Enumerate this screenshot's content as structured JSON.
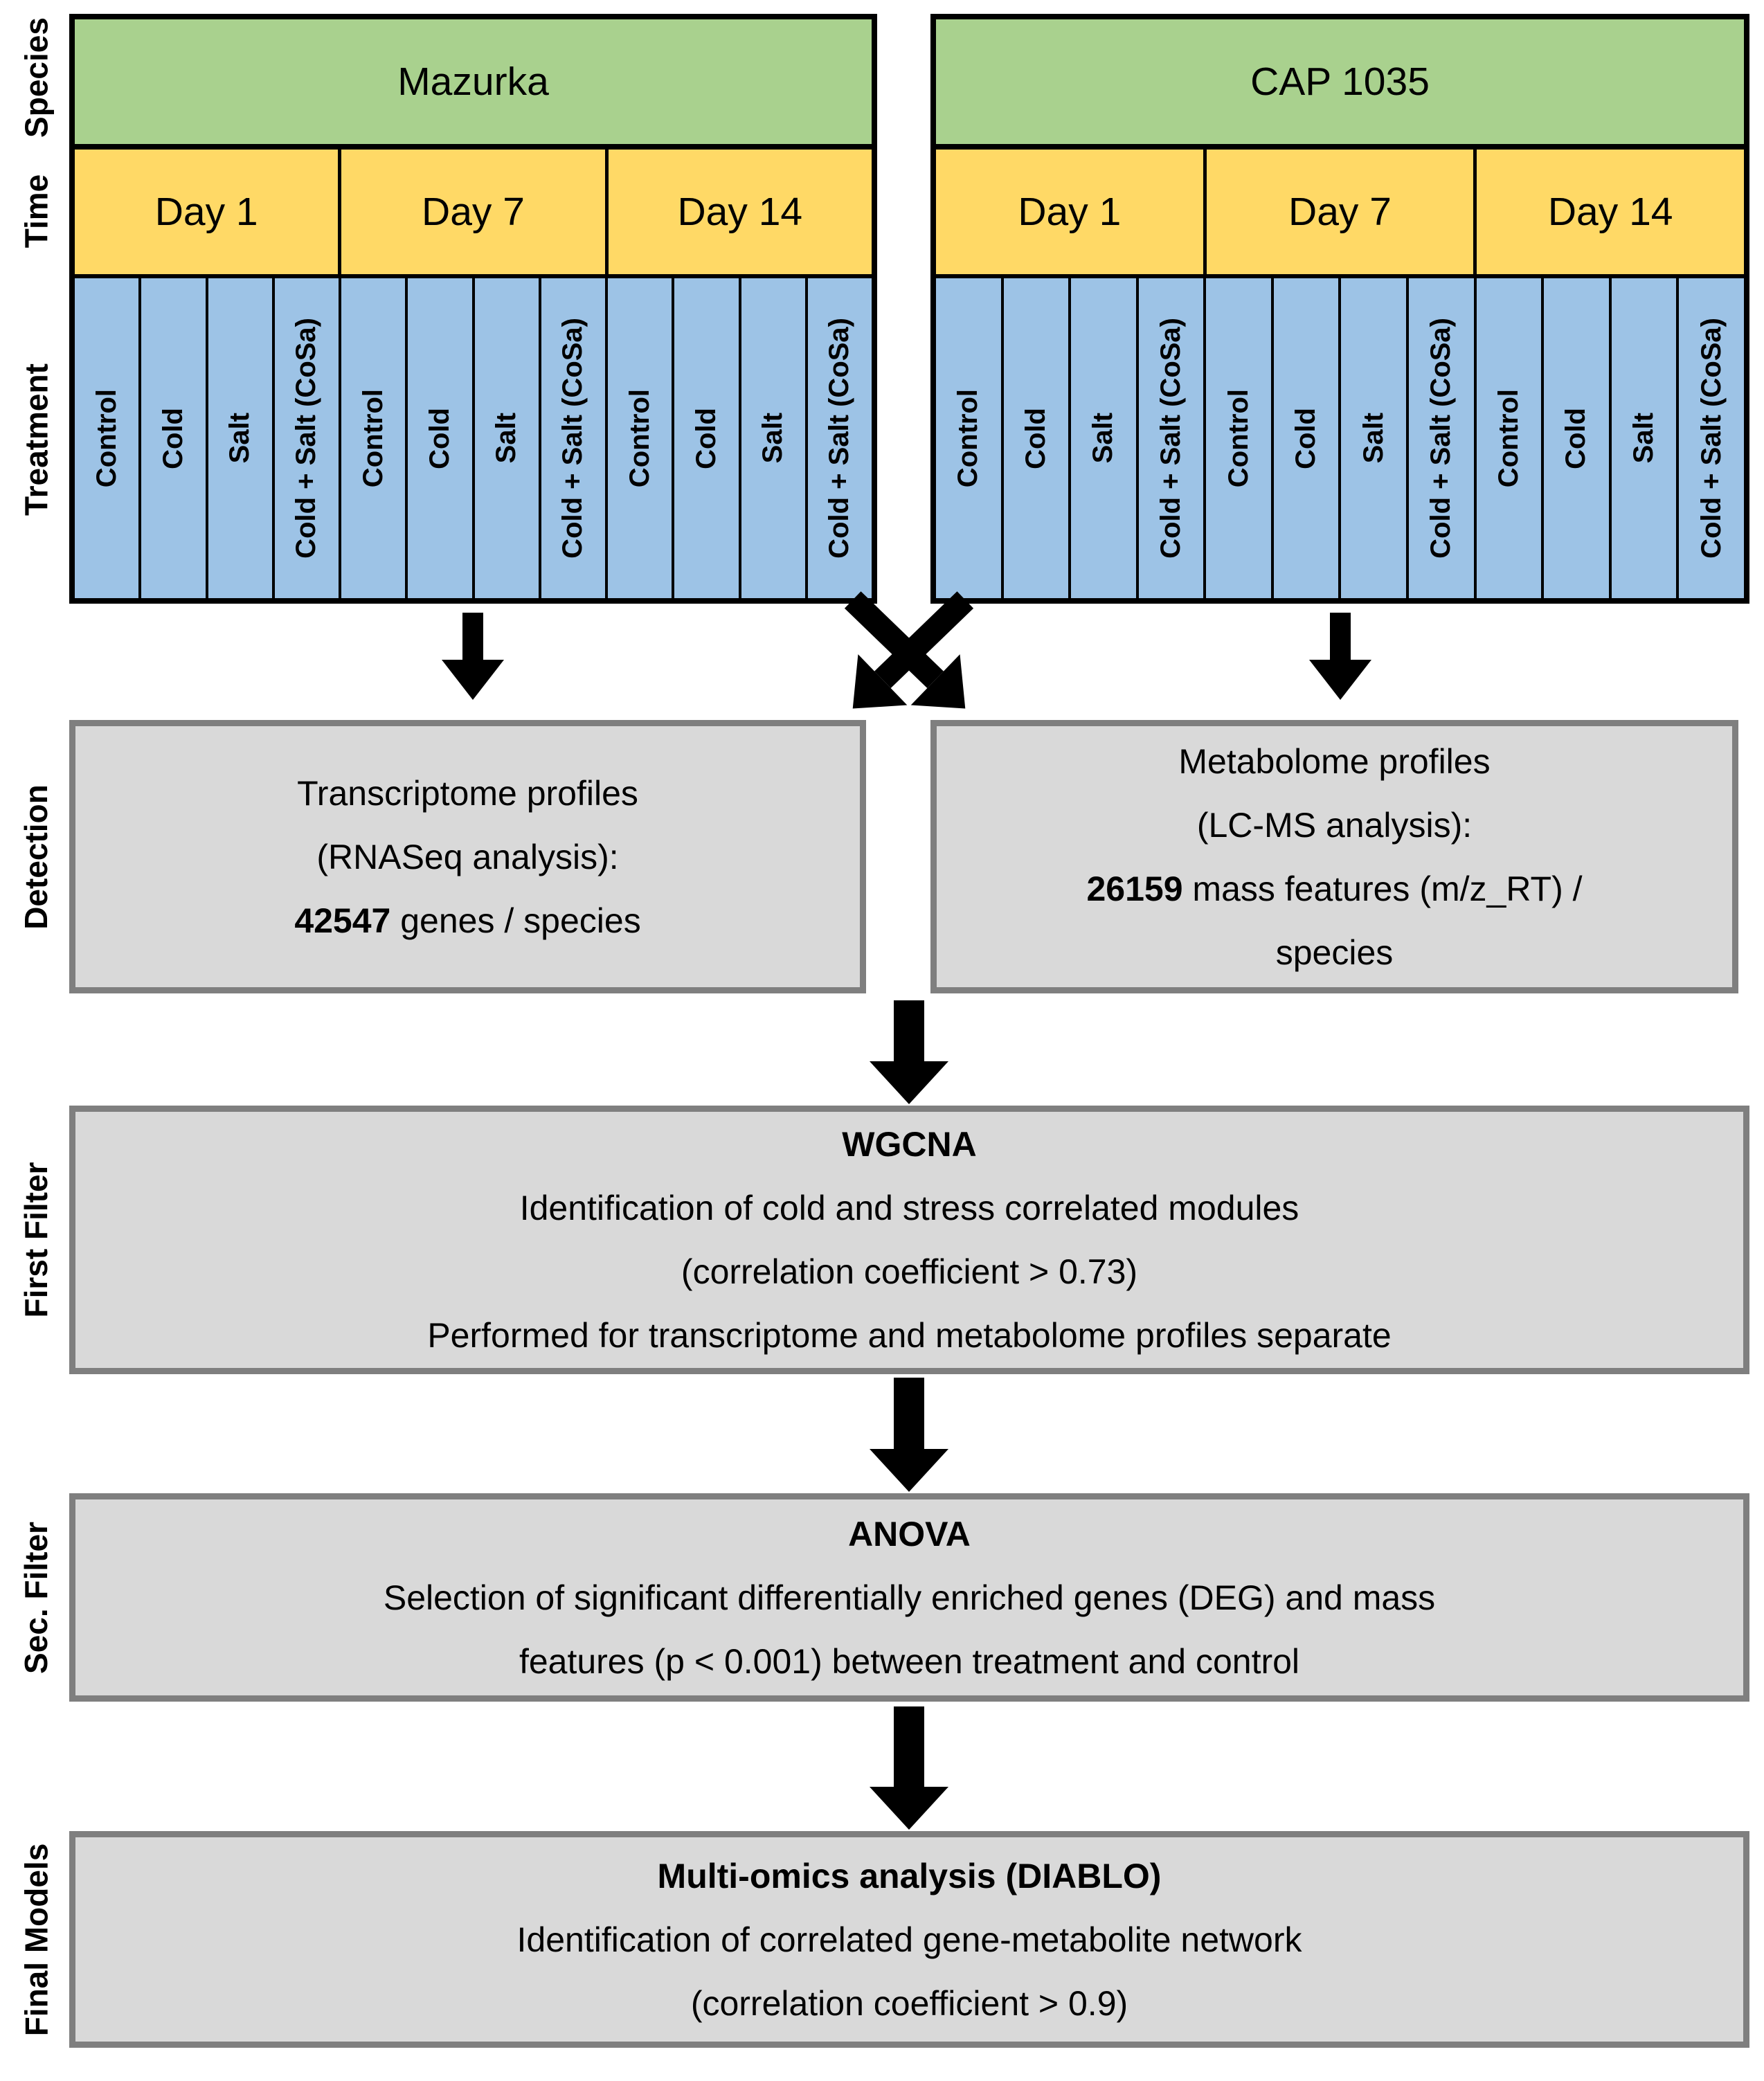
{
  "side_labels": {
    "species": "Species",
    "time": "Time",
    "treatment": "Treatment",
    "detection": "Detection",
    "first_filter": "First Filter",
    "sec_filter": "Sec. Filter",
    "final_models": "Final Models"
  },
  "tables": [
    {
      "species": "Mazurka",
      "days": [
        {
          "label": "Day 1",
          "treatments": [
            "Control",
            "Cold",
            "Salt",
            "Cold + Salt (CoSa)"
          ]
        },
        {
          "label": "Day 7",
          "treatments": [
            "Control",
            "Cold",
            "Salt",
            "Cold + Salt (CoSa)"
          ]
        },
        {
          "label": "Day 14",
          "treatments": [
            "Control",
            "Cold",
            "Salt",
            "Cold + Salt (CoSa)"
          ]
        }
      ]
    },
    {
      "species": "CAP 1035",
      "days": [
        {
          "label": "Day 1",
          "treatments": [
            "Control",
            "Cold",
            "Salt",
            "Cold + Salt (CoSa)"
          ]
        },
        {
          "label": "Day 7",
          "treatments": [
            "Control",
            "Cold",
            "Salt",
            "Cold + Salt (CoSa)"
          ]
        },
        {
          "label": "Day 14",
          "treatments": [
            "Control",
            "Cold",
            "Salt",
            "Cold + Salt (CoSa)"
          ]
        }
      ]
    }
  ],
  "boxes": {
    "transcriptome": {
      "line1": "Transcriptome profiles",
      "line2": "(RNASeq analysis):",
      "count": "42547",
      "count_suffix": " genes / species"
    },
    "metabolome": {
      "line1": "Metabolome profiles",
      "line2": "(LC-MS analysis):",
      "count": "26159",
      "count_suffix": " mass features (m/z_RT) /",
      "line4": "species"
    },
    "wgcna": {
      "title": "WGCNA",
      "line1": "Identification of cold and stress correlated modules",
      "line2": "(correlation coefficient > 0.73)",
      "line3": "Performed for transcriptome and metabolome profiles separate"
    },
    "anova": {
      "title": "ANOVA",
      "line1": "Selection of significant differentially enriched genes (DEG) and mass",
      "line2": "features (p < 0.001) between treatment and control"
    },
    "diablo": {
      "title": "Multi-omics analysis (DIABLO)",
      "line1": "Identification of correlated gene-metabolite network",
      "line2": "(correlation coefficient > 0.9)"
    }
  },
  "icons": [
    "down-arrow-icon",
    "crossover-arrows-icon",
    "diagonal-arrow-icon"
  ],
  "colors": {
    "species_green": "#A9D18E",
    "time_yellow": "#FFD966",
    "treatment_blue": "#9DC3E6",
    "box_fill": "#D9D9D9",
    "box_border": "#7F7F7F",
    "arrow_black": "#000000"
  }
}
